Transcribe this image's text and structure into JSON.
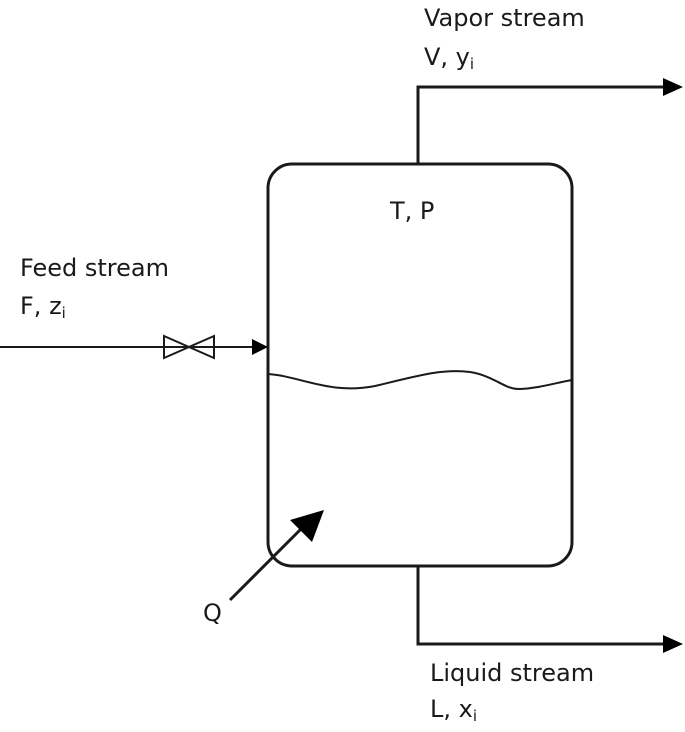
{
  "vapor": {
    "title": "Vapor stream",
    "sym": "V, y",
    "sub": "i"
  },
  "feed": {
    "title": "Feed stream",
    "sym": "F, z",
    "sub": "i"
  },
  "vessel": {
    "conditions": "T, P"
  },
  "heat": {
    "label": "Q"
  },
  "liquid": {
    "title": "Liquid stream",
    "sym": "L, x",
    "sub": "i"
  },
  "colors": {
    "line": "#1a1a1a",
    "background": "#ffffff"
  }
}
